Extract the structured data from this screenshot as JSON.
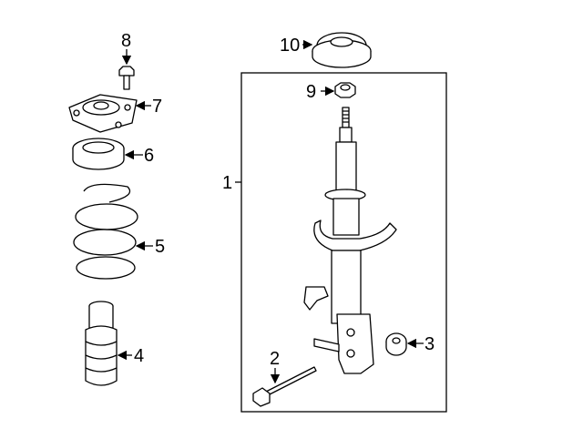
{
  "diagram": {
    "type": "exploded parts diagram",
    "callouts": [
      {
        "id": "1",
        "label": "1"
      },
      {
        "id": "2",
        "label": "2"
      },
      {
        "id": "3",
        "label": "3"
      },
      {
        "id": "4",
        "label": "4"
      },
      {
        "id": "5",
        "label": "5"
      },
      {
        "id": "6",
        "label": "6"
      },
      {
        "id": "7",
        "label": "7"
      },
      {
        "id": "8",
        "label": "8"
      },
      {
        "id": "9",
        "label": "9"
      },
      {
        "id": "10",
        "label": "10"
      }
    ],
    "colors": {
      "line": "#000000",
      "background": "#ffffff"
    }
  }
}
